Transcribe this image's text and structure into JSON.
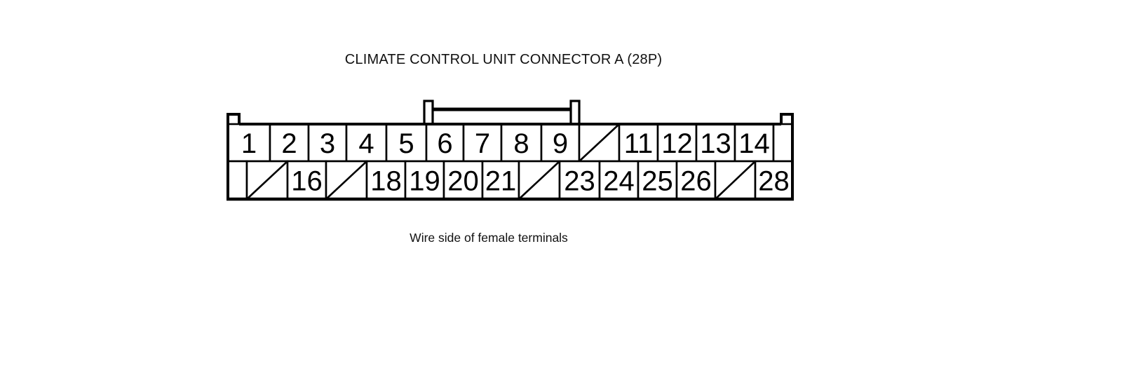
{
  "title": "CLIMATE CONTROL UNIT CONNECTOR A (28P)",
  "caption": "Wire side of female terminals",
  "colors": {
    "line": "#000000",
    "background": "#ffffff"
  },
  "connector": {
    "rows": [
      {
        "name": "top-row",
        "cells": [
          {
            "type": "pin",
            "label": "1"
          },
          {
            "type": "pin",
            "label": "2"
          },
          {
            "type": "pin",
            "label": "3"
          },
          {
            "type": "pin",
            "label": "4"
          },
          {
            "type": "pin",
            "label": "5"
          },
          {
            "type": "pin",
            "label": "6"
          },
          {
            "type": "pin",
            "label": "7"
          },
          {
            "type": "pin",
            "label": "8"
          },
          {
            "type": "pin",
            "label": "9"
          },
          {
            "type": "slash",
            "label": ""
          },
          {
            "type": "pin",
            "label": "11"
          },
          {
            "type": "pin",
            "label": "12"
          },
          {
            "type": "pin",
            "label": "13"
          },
          {
            "type": "pin",
            "label": "14"
          },
          {
            "type": "blank",
            "label": ""
          }
        ]
      },
      {
        "name": "bottom-row",
        "cells": [
          {
            "type": "blank",
            "label": ""
          },
          {
            "type": "slash",
            "label": ""
          },
          {
            "type": "pin",
            "label": "16"
          },
          {
            "type": "slash",
            "label": ""
          },
          {
            "type": "pin",
            "label": "18"
          },
          {
            "type": "pin",
            "label": "19"
          },
          {
            "type": "pin",
            "label": "20"
          },
          {
            "type": "pin",
            "label": "21"
          },
          {
            "type": "slash",
            "label": ""
          },
          {
            "type": "pin",
            "label": "23"
          },
          {
            "type": "pin",
            "label": "24"
          },
          {
            "type": "pin",
            "label": "25"
          },
          {
            "type": "pin",
            "label": "26"
          },
          {
            "type": "slash",
            "label": ""
          },
          {
            "type": "pin",
            "label": "28"
          }
        ]
      }
    ]
  }
}
